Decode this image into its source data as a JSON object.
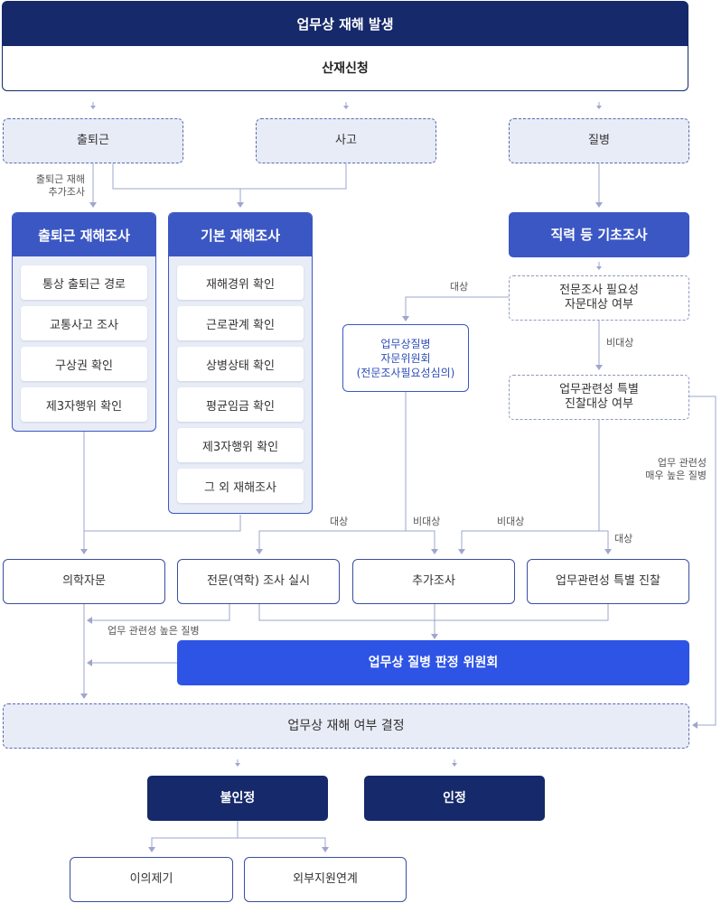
{
  "top": {
    "title": "업무상 재해 발생",
    "subtitle": "산재신청"
  },
  "categories": {
    "commute": "출퇴근",
    "accident": "사고",
    "disease": "질병"
  },
  "labels": {
    "commute_extra": [
      "출퇴근 재해",
      "추가조사"
    ],
    "target1": "대상",
    "nontarget1": "비대상",
    "high_relevance": [
      "업무 관련성",
      "매우 높은 질병"
    ],
    "target2": "대상",
    "nontarget2": "비대상",
    "nontarget3": "비대상",
    "target3": "대상",
    "high_disease": "업무 관련성 높은 질병"
  },
  "commute_survey": {
    "title": "출퇴근 재해조사",
    "items": [
      "통상 출퇴근 경로",
      "교통사고 조사",
      "구상권 확인",
      "제3자행위 확인"
    ]
  },
  "basic_survey": {
    "title": "기본 재해조사",
    "items": [
      "재해경위 확인",
      "근로관계 확인",
      "상병상태 확인",
      "평균임금 확인",
      "제3자행위 확인",
      "그 외 재해조사"
    ]
  },
  "job_survey": {
    "title": "직력 등 기초조사"
  },
  "expert_need": [
    "전문조사 필요성",
    "자문대상 여부"
  ],
  "committee": [
    "업무상질병",
    "자문위원회",
    "(전문조사필요성심의)"
  ],
  "special_target": [
    "업무관련성 특별",
    "진찰대상 여부"
  ],
  "row": {
    "medical": "의학자문",
    "expert": "전문(역학) 조사 실시",
    "additional": "추가조사",
    "special_exam": "업무관련성 특별 진찰"
  },
  "judgment": "업무상 질병 판정 위원회",
  "decision": "업무상 재해 여부 결정",
  "results": {
    "reject": "불인정",
    "accept": "인정"
  },
  "followup": {
    "appeal": "이의제기",
    "external": "외부지원연계"
  }
}
